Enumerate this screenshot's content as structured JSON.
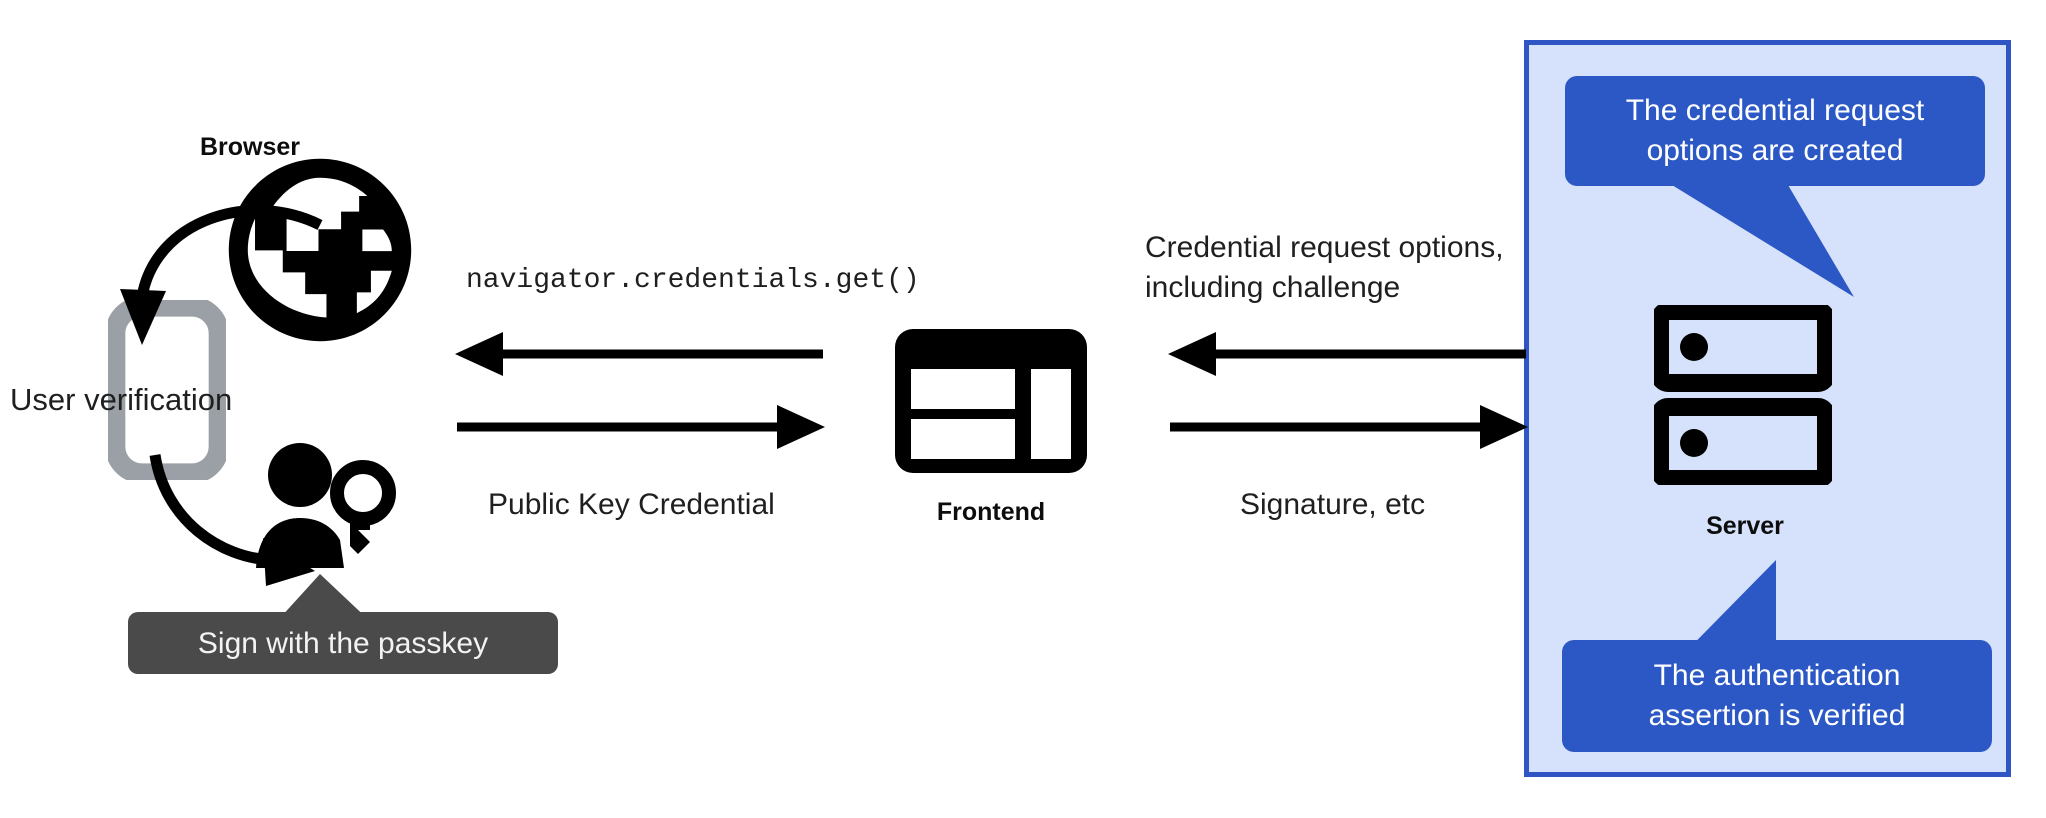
{
  "diagram": {
    "title": "WebAuthn passkey authentication flow",
    "colors": {
      "panel_fill": "#d6e2fb",
      "panel_border": "#2f55c4",
      "callout_blue": "#2c58c6",
      "callout_dark": "#4a4a4a",
      "ink": "#1f1f1f",
      "phone_gray": "#9aa0a6",
      "background": "#ffffff"
    }
  },
  "nodes": {
    "browser": {
      "label": "Browser",
      "icon": "globe-icon"
    },
    "phone": {
      "icon": "phone-icon"
    },
    "user": {
      "icon": "person-with-key-icon"
    },
    "frontend": {
      "label": "Frontend",
      "icon": "webpage-layout-icon"
    },
    "server": {
      "label": "Server",
      "icon": "server-racks-icon"
    }
  },
  "annotations": {
    "user_verification": "User verification",
    "sign_with_passkey": "Sign with the passkey",
    "credential_request_created": "The credential request\noptions are created",
    "assertion_verified": "The authentication\nassertion is verified"
  },
  "edges": {
    "frontend_to_browser": {
      "label": "navigator.credentials.get()",
      "direction": "left",
      "style": "monospace"
    },
    "browser_to_frontend": {
      "label": "Public Key Credential",
      "direction": "right",
      "style": "sans"
    },
    "server_to_frontend": {
      "label": "Credential request options,\nincluding challenge",
      "direction": "left",
      "style": "sans"
    },
    "frontend_to_server": {
      "label": "Signature, etc",
      "direction": "right",
      "style": "sans"
    }
  }
}
